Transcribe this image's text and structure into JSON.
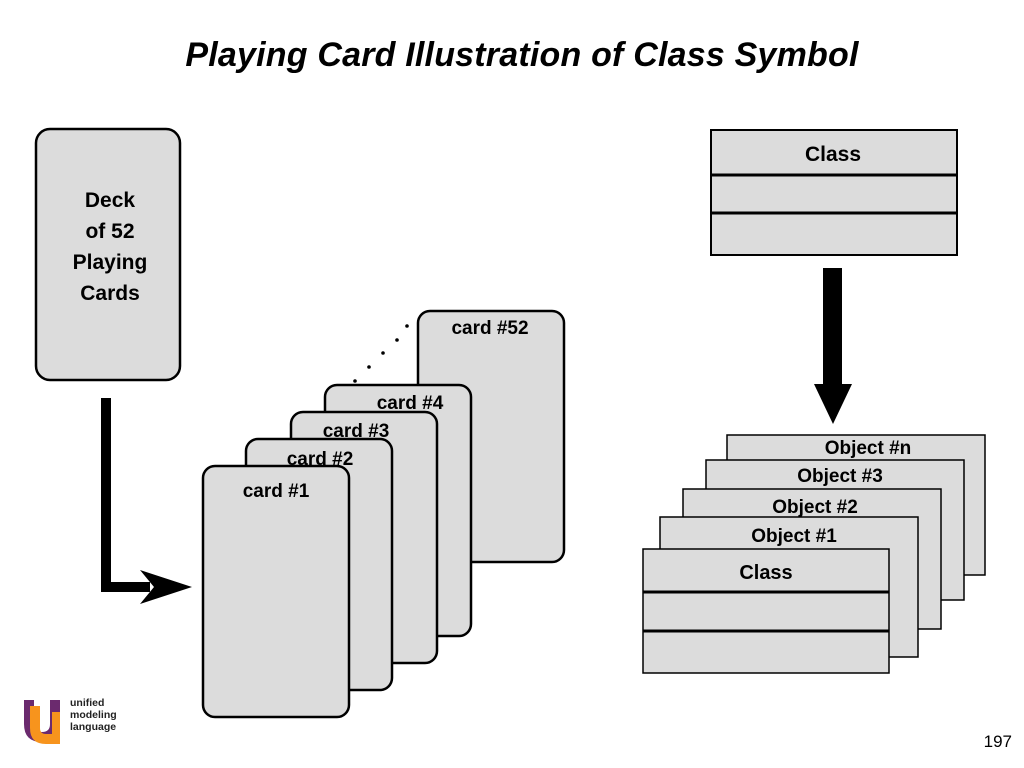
{
  "title": "Playing Card Illustration of Class Symbol",
  "deck": {
    "lines": [
      "Deck",
      "of 52",
      "Playing",
      "Cards"
    ]
  },
  "cards": [
    "card #1",
    "card #2",
    "card #3",
    "card #4",
    "card #52"
  ],
  "class_symbol": {
    "name": "Class"
  },
  "objects": [
    "Object #1",
    "Object #2",
    "Object #3",
    "Object #n"
  ],
  "object_class_label": "Class",
  "logo": {
    "lines": [
      "unified",
      "modeling",
      "language"
    ]
  },
  "page_number": "197",
  "colors": {
    "box_fill": "#dcdcdc",
    "stroke": "#000000",
    "logo_orange": "#f7941d",
    "logo_purple": "#6b2a6e"
  }
}
